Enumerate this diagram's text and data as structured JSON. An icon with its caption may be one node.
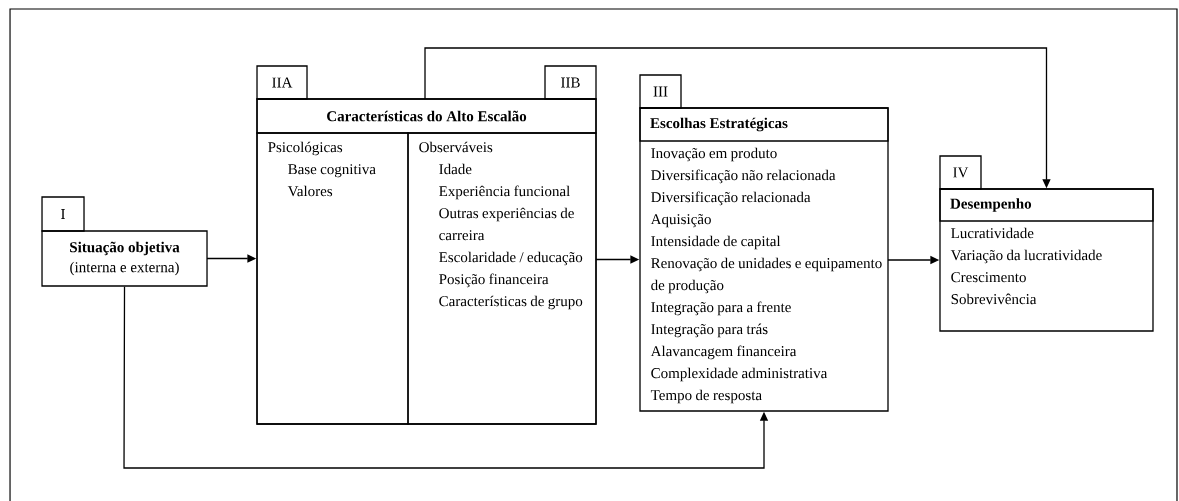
{
  "diagram": {
    "nodes": [
      {
        "text": [
          "I",
          "Situação objetiva",
          "(interna e externa)"
        ]
      },
      {
        "text": [
          "IIA",
          "IIB",
          "Características do Alto Escalão"
        ]
      },
      {
        "text": [
          "Psicológicas",
          "Base cognitiva",
          "Valores"
        ],
        "in": 1
      },
      {
        "text": [
          "Observáveis",
          "Idade",
          "Experiência funcional",
          "Outras experiências de carreira",
          "Escolaridade / educação",
          "Posição financeira",
          "Características de grupo"
        ],
        "in": 1
      },
      {
        "text": [
          "III",
          "Escolhas Estratégicas",
          "Inovação em produto",
          "Diversificação não relacionada",
          "Diversificação relacionada",
          "Aquisição",
          "Intensidade de capital",
          "Renovação de unidades e equipamento de produção",
          "Integração para a frente",
          "Integração para trás",
          "Alavancagem financeira",
          "Complexidade administrativa",
          "Tempo de resposta"
        ]
      },
      {
        "text": [
          "IV",
          "Desempenho",
          "Lucratividade",
          "Variação da lucratividade",
          "Crescimento",
          "Sobrevivência"
        ]
      }
    ],
    "edges": [
      {
        "from": 0,
        "to": 1,
        "arrow": "to"
      },
      {
        "from": 1,
        "to": 4,
        "arrow": "to"
      },
      {
        "from": 4,
        "to": 5,
        "arrow": "to"
      },
      {
        "from": 1,
        "to": 5,
        "arrow": "to"
      },
      {
        "from": 0,
        "to": 4,
        "arrow": "to"
      }
    ]
  }
}
